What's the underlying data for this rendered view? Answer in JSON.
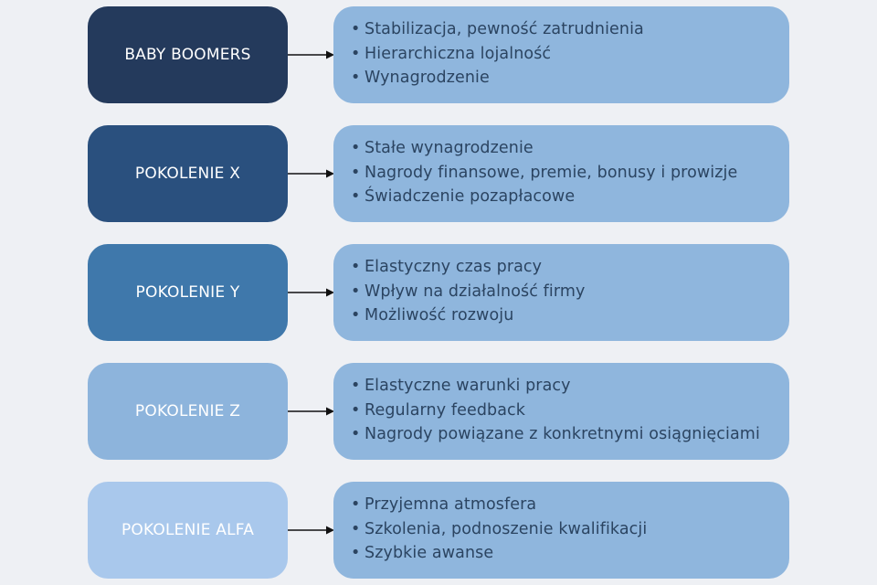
{
  "generations": [
    {
      "label": "BABY BOOMERS",
      "box_color": "#243a5c",
      "text_color": "#ffffff",
      "items": [
        "Stabilizacja, pewność zatrudnienia",
        "Hierarchiczna lojalność",
        "Wynagrodzenie"
      ]
    },
    {
      "label": "POKOLENIE X",
      "box_color": "#2a507e",
      "text_color": "#ffffff",
      "items": [
        "Stałe wynagrodzenie",
        "Nagrody finansowe, premie, bonusy i prowizje",
        "Świadczenie pozapłacowe"
      ]
    },
    {
      "label": "POKOLENIE Y",
      "box_color": "#3f78ab",
      "text_color": "#ffffff",
      "items": [
        "Elastyczny czas pracy",
        "Wpływ na działalność firmy",
        "Możliwość rozwoju"
      ]
    },
    {
      "label": "POKOLENIE Z",
      "box_color": "#8db4dc",
      "text_color": "#ffffff",
      "items": [
        "Elastyczne warunki pracy",
        "Regularny feedback",
        "Nagrody powiązane z konkretnymi osiągnięciami"
      ]
    },
    {
      "label": "POKOLENIE ALFA",
      "box_color": "#a9c8ec",
      "text_color": "#ffffff",
      "items": [
        "Przyjemna atmosfera",
        "Szkolenia, podnoszenie kwalifikacji",
        "Szybkie awanse"
      ]
    }
  ],
  "bullet": "•",
  "details_box_color": "#8fb6dd",
  "arrow_color": "#111111"
}
